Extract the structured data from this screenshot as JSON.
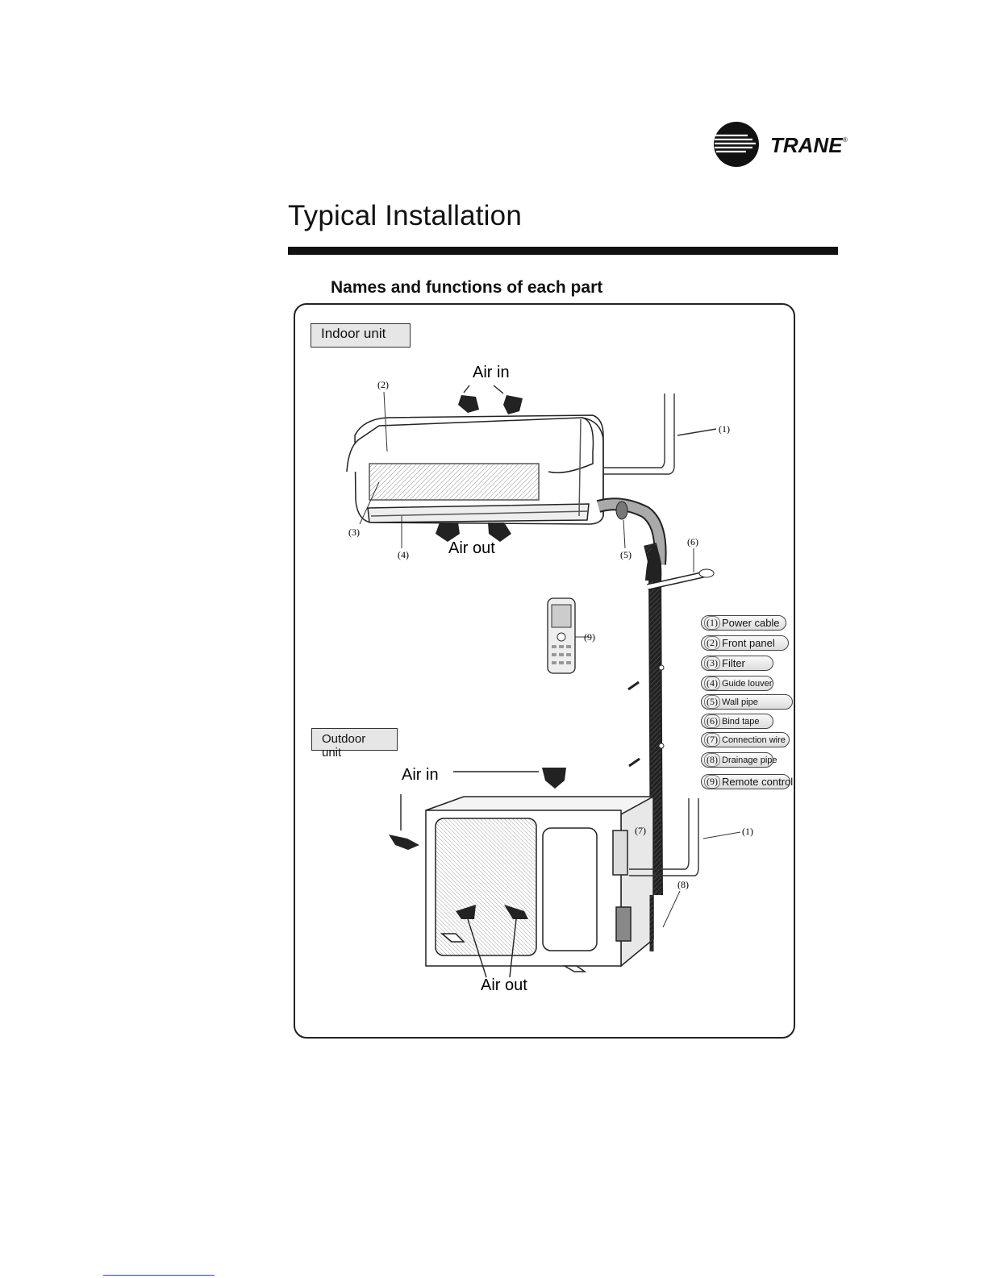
{
  "header": {
    "logo_text": "TRANE",
    "registered_mark": "®"
  },
  "page_title": "Typical Installation",
  "section_heading": "Names and functions of each part",
  "indoor": {
    "label": "Indoor unit",
    "air_in": "Air in",
    "air_out": "Air out",
    "callouts": [
      "(1)",
      "(2)",
      "(3)",
      "(4)",
      "(5)",
      "(6)",
      "(9)"
    ]
  },
  "outdoor": {
    "label": "Outdoor unit",
    "air_in": "Air in",
    "air_out": "Air out",
    "callouts": [
      "(1)",
      "(7)",
      "(8)"
    ]
  },
  "legend": [
    {
      "num": "(1)",
      "text": "Power cable"
    },
    {
      "num": "(2)",
      "text": "Front panel"
    },
    {
      "num": "(3)",
      "text": "Filter"
    },
    {
      "num": "(4)",
      "text": "Guide louver"
    },
    {
      "num": "(5)",
      "text": "Wall pipe"
    },
    {
      "num": "(6)",
      "text": "Bind tape"
    },
    {
      "num": "(7)",
      "text": "Connection wire"
    },
    {
      "num": "(8)",
      "text": "Drainage pipe"
    },
    {
      "num": "(9)",
      "text": "Remote control"
    }
  ],
  "colors": {
    "ink": "#111111",
    "label_fill": "#e6e6e6",
    "link": "#2a3fd8"
  }
}
